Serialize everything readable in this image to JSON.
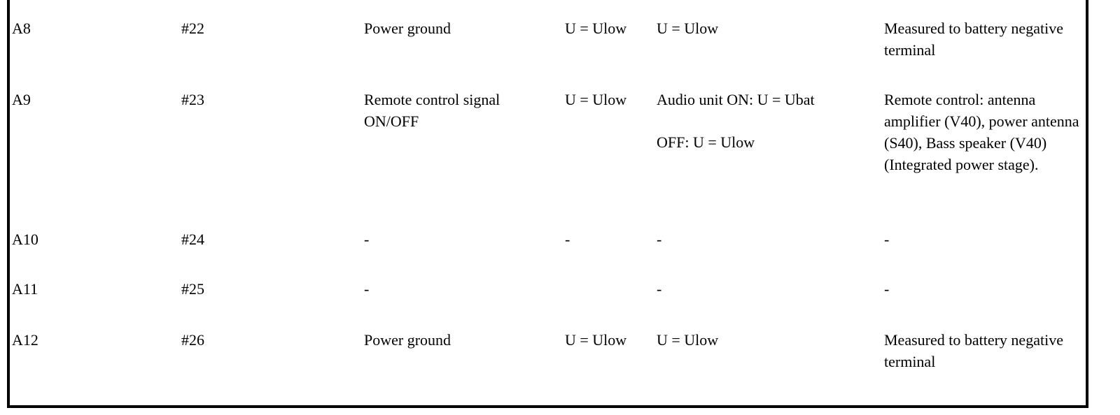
{
  "table": {
    "rows": [
      {
        "pin": "A8",
        "num": "#22",
        "description": "Power ground",
        "value": "U = Ulow",
        "condition_lines": [
          "U = Ulow"
        ],
        "notes": "Measured to battery negative terminal"
      },
      {
        "pin": "A9",
        "num": "#23",
        "description": "Remote control signal ON/OFF",
        "value": "U = Ulow",
        "condition_lines": [
          "Audio unit ON: U = Ubat",
          "OFF: U = Ulow"
        ],
        "notes": "Remote control: antenna amplifier (V40), power antenna (S40), Bass speaker (V40) (Integrated power stage)."
      },
      {
        "pin": "A10",
        "num": "#24",
        "description": "-",
        "value": "-",
        "condition_lines": [
          "-"
        ],
        "notes": "-"
      },
      {
        "pin": "A11",
        "num": "#25",
        "description": "-",
        "value": "",
        "condition_lines": [
          "-"
        ],
        "notes": "-"
      },
      {
        "pin": "A12",
        "num": "#26",
        "description": "Power ground",
        "value": "U = Ulow",
        "condition_lines": [
          "U = Ulow"
        ],
        "notes": "Measured to battery negative terminal"
      }
    ]
  }
}
